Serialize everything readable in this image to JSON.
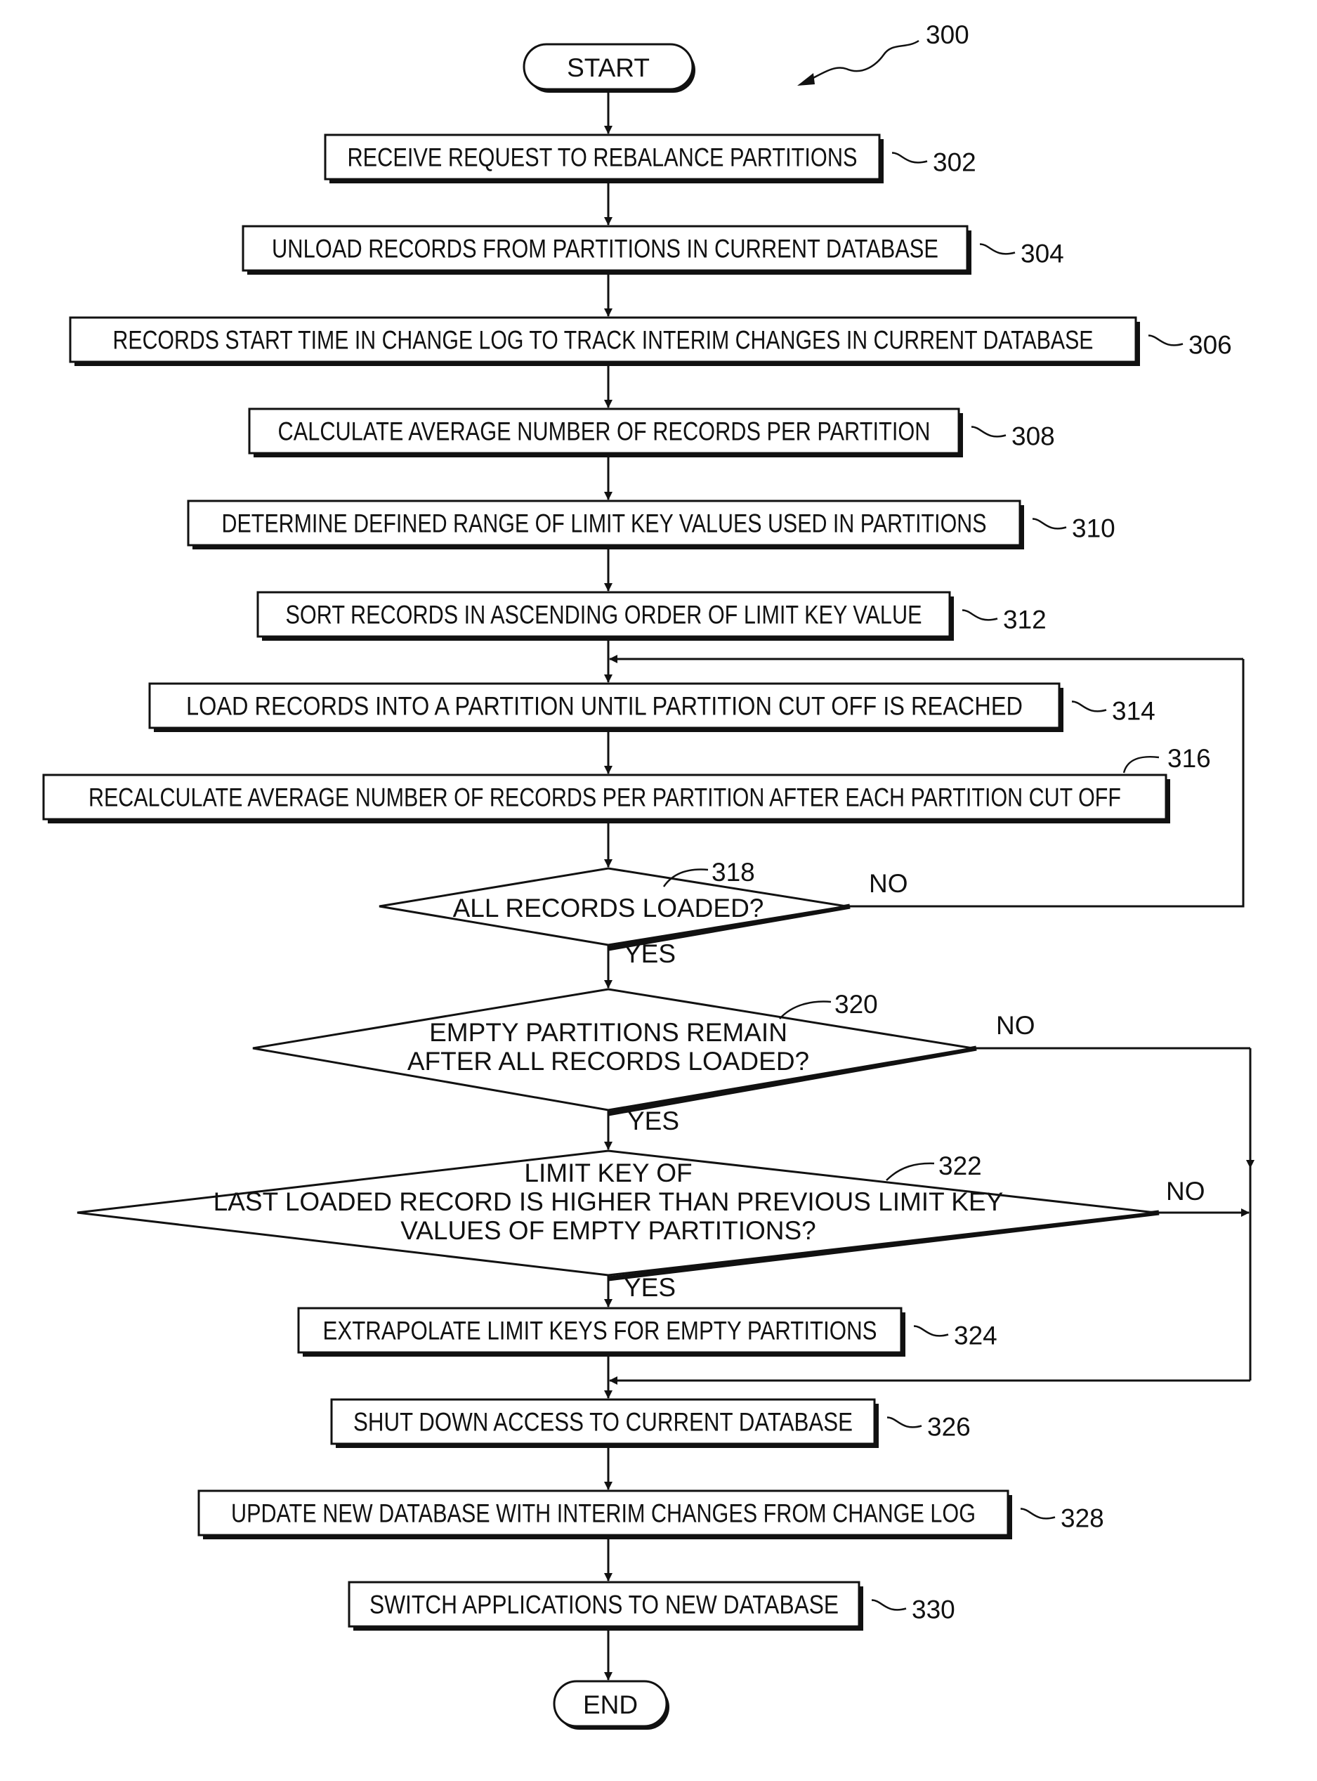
{
  "figure_ref": "300",
  "start": {
    "label": "START"
  },
  "end": {
    "label": "END"
  },
  "steps": [
    {
      "ref": "302",
      "label": "RECEIVE REQUEST TO REBALANCE PARTITIONS"
    },
    {
      "ref": "304",
      "label": "UNLOAD RECORDS FROM PARTITIONS IN CURRENT DATABASE"
    },
    {
      "ref": "306",
      "label": "RECORDS START TIME IN CHANGE LOG TO TRACK INTERIM CHANGES IN CURRENT DATABASE"
    },
    {
      "ref": "308",
      "label": "CALCULATE AVERAGE NUMBER OF RECORDS PER PARTITION"
    },
    {
      "ref": "310",
      "label": "DETERMINE DEFINED RANGE OF LIMIT KEY VALUES USED IN PARTITIONS"
    },
    {
      "ref": "312",
      "label": "SORT RECORDS IN ASCENDING ORDER OF LIMIT KEY VALUE"
    },
    {
      "ref": "314",
      "label": "LOAD RECORDS INTO A PARTITION UNTIL PARTITION CUT OFF IS REACHED"
    },
    {
      "ref": "316",
      "label": "RECALCULATE AVERAGE NUMBER OF RECORDS PER PARTITION AFTER EACH PARTITION CUT OFF"
    },
    {
      "ref": "324",
      "label": "EXTRAPOLATE LIMIT KEYS FOR EMPTY PARTITIONS"
    },
    {
      "ref": "326",
      "label": "SHUT DOWN ACCESS TO CURRENT DATABASE"
    },
    {
      "ref": "328",
      "label": "UPDATE NEW DATABASE WITH INTERIM CHANGES FROM CHANGE LOG"
    },
    {
      "ref": "330",
      "label": "SWITCH APPLICATIONS TO NEW DATABASE"
    }
  ],
  "decisions": [
    {
      "ref": "318",
      "lines": [
        "ALL RECORDS LOADED?"
      ],
      "yes": "YES",
      "no": "NO"
    },
    {
      "ref": "320",
      "lines": [
        "EMPTY PARTITIONS REMAIN",
        "AFTER ALL RECORDS LOADED?"
      ],
      "yes": "YES",
      "no": "NO"
    },
    {
      "ref": "322",
      "lines": [
        "LIMIT KEY OF",
        "LAST LOADED RECORD IS HIGHER THAN PREVIOUS LIMIT KEY",
        "VALUES OF EMPTY PARTITIONS?"
      ],
      "yes": "YES",
      "no": "NO"
    }
  ]
}
